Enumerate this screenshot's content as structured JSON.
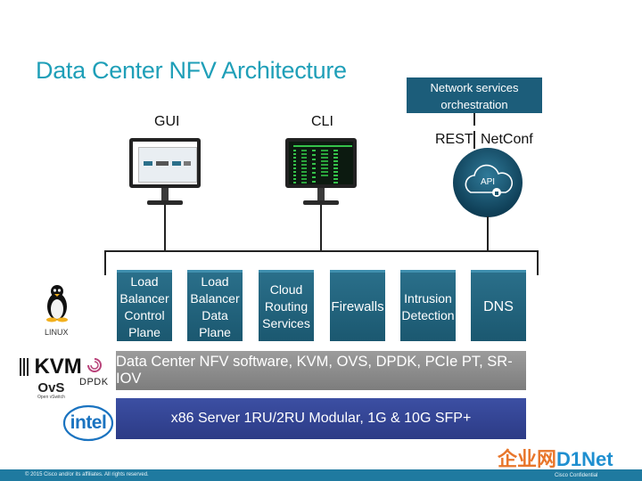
{
  "title": "Data Center NFV Architecture",
  "interfaces": {
    "gui_label": "GUI",
    "cli_label": "CLI",
    "rest_label": "REST",
    "netconf_label": "NetConf",
    "orchestration_label": "Network services orchestration",
    "api_label": "API"
  },
  "services": [
    {
      "label": "Load\nBalancer\nControl\nPlane"
    },
    {
      "label": "Load\nBalancer\nData\nPlane"
    },
    {
      "label": "Cloud\nRouting\nServices"
    },
    {
      "label": "Firewalls"
    },
    {
      "label": "Intrusion\nDetection"
    },
    {
      "label": "DNS"
    }
  ],
  "layers": {
    "software": "Data Center NFV software, KVM, OVS, DPDK, PCIe PT, SR-IOV",
    "hardware": "x86 Server 1RU/2RU Modular, 1G & 10G SFP+"
  },
  "logos": {
    "linux": "LINUX",
    "kvm": "KVM",
    "dpdk": "DPDK",
    "ovs": "OvS",
    "ovs_sub": "Open vSwitch",
    "intel": "intel"
  },
  "footer": {
    "copyright": "© 2015  Cisco and/or its affiliates. All rights reserved.",
    "confidential": "Cisco Confidential"
  },
  "watermark": {
    "cn": "企业网",
    "brand": "D1Net"
  },
  "colors": {
    "title": "#1f9fb8",
    "service_box": "#1b5870",
    "software_layer": "#8a8a8a",
    "hardware_layer": "#2c3b86",
    "footer": "#1f7aa0"
  }
}
